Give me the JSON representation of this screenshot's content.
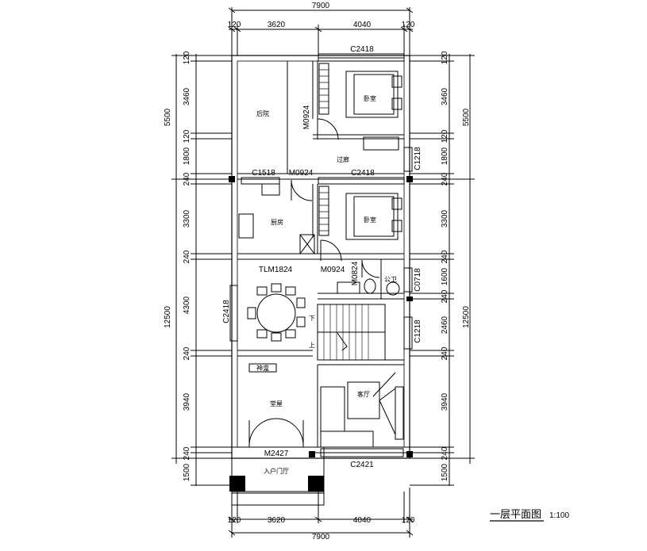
{
  "dimensions": {
    "total_width": "7900",
    "wall_thickness": "120",
    "left_width": "3620",
    "right_width": "4040",
    "left_segments": [
      "120",
      "3460",
      "120",
      "1800",
      "240",
      "3300",
      "240",
      "4300",
      "240",
      "3940",
      "240",
      "1500"
    ],
    "right_segments": [
      "120",
      "3460",
      "120",
      "1800",
      "240",
      "3300",
      "240",
      "1600",
      "240",
      "2460",
      "240",
      "3940",
      "240",
      "1500"
    ],
    "left_overall": [
      "5500",
      "12500"
    ],
    "right_overall": [
      "5500",
      "12500"
    ]
  },
  "rooms": {
    "backyard": "后院",
    "bedroom_north": "卧室",
    "corridor": "过廊",
    "kitchen": "厨房",
    "bedroom_middle": "卧室",
    "public_bath": "公卫",
    "shrine": "神龛",
    "main_hall": "堂屋",
    "living_room": "客厅",
    "entrance_hall": "入户门厅",
    "stair_down": "下",
    "stair_up": "上"
  },
  "openings": {
    "c2418_top": "C2418",
    "m0924_bedroom": "M0924",
    "c1218_upper": "C1218",
    "c1518": "C1518",
    "m0924_kitchen": "M0924",
    "c2418_mid": "C2418",
    "tlm1824": "TLM1824",
    "m0924_lower": "M0924",
    "m0824": "M0824",
    "c0718": "C0718",
    "c2418_left": "C2418",
    "c1218_lower": "C1218",
    "m2427": "M2427",
    "c2421": "C2421"
  },
  "caption": {
    "title": "一层平面图",
    "scale": "1:100"
  }
}
